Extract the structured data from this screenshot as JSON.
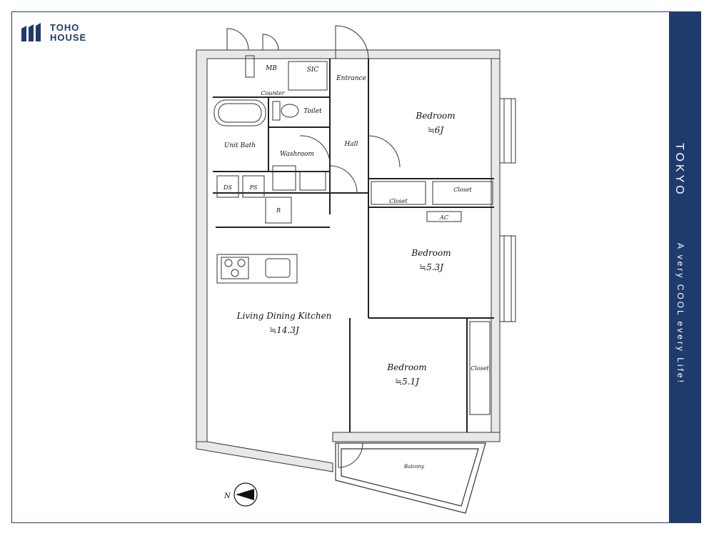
{
  "brand": {
    "line1": "TOHO",
    "line2": "HOUSE",
    "color": "#1f3b6e"
  },
  "side_band": {
    "city": "TOKYO",
    "tagline": "A very COOL every Life!",
    "color": "#1f3b6e"
  },
  "rooms": {
    "bedroom_a": {
      "name": "Bedroom",
      "size": "≒6J"
    },
    "bedroom_b": {
      "name": "Bedroom",
      "size": "≒5.3J"
    },
    "bedroom_c": {
      "name": "Bedroom",
      "size": "≒5.1J"
    },
    "ldk": {
      "name": "Living Dining Kitchen",
      "size": "≒14.3J"
    },
    "unit_bath": "Unit Bath",
    "washroom": "Washroom",
    "toilet": "Toilet",
    "hall": "Hall",
    "entrance": "Entrance",
    "sic": "SIC",
    "mb": "MB",
    "counter": "Counter",
    "ds": "DS",
    "ps": "PS",
    "r": "R",
    "closet_1": "Closet",
    "closet_2": "Closet",
    "closet_3": "Closet",
    "ac": "AC",
    "balcony": "Balcony"
  },
  "compass": {
    "label": "N",
    "icon": "north-arrow-icon"
  }
}
